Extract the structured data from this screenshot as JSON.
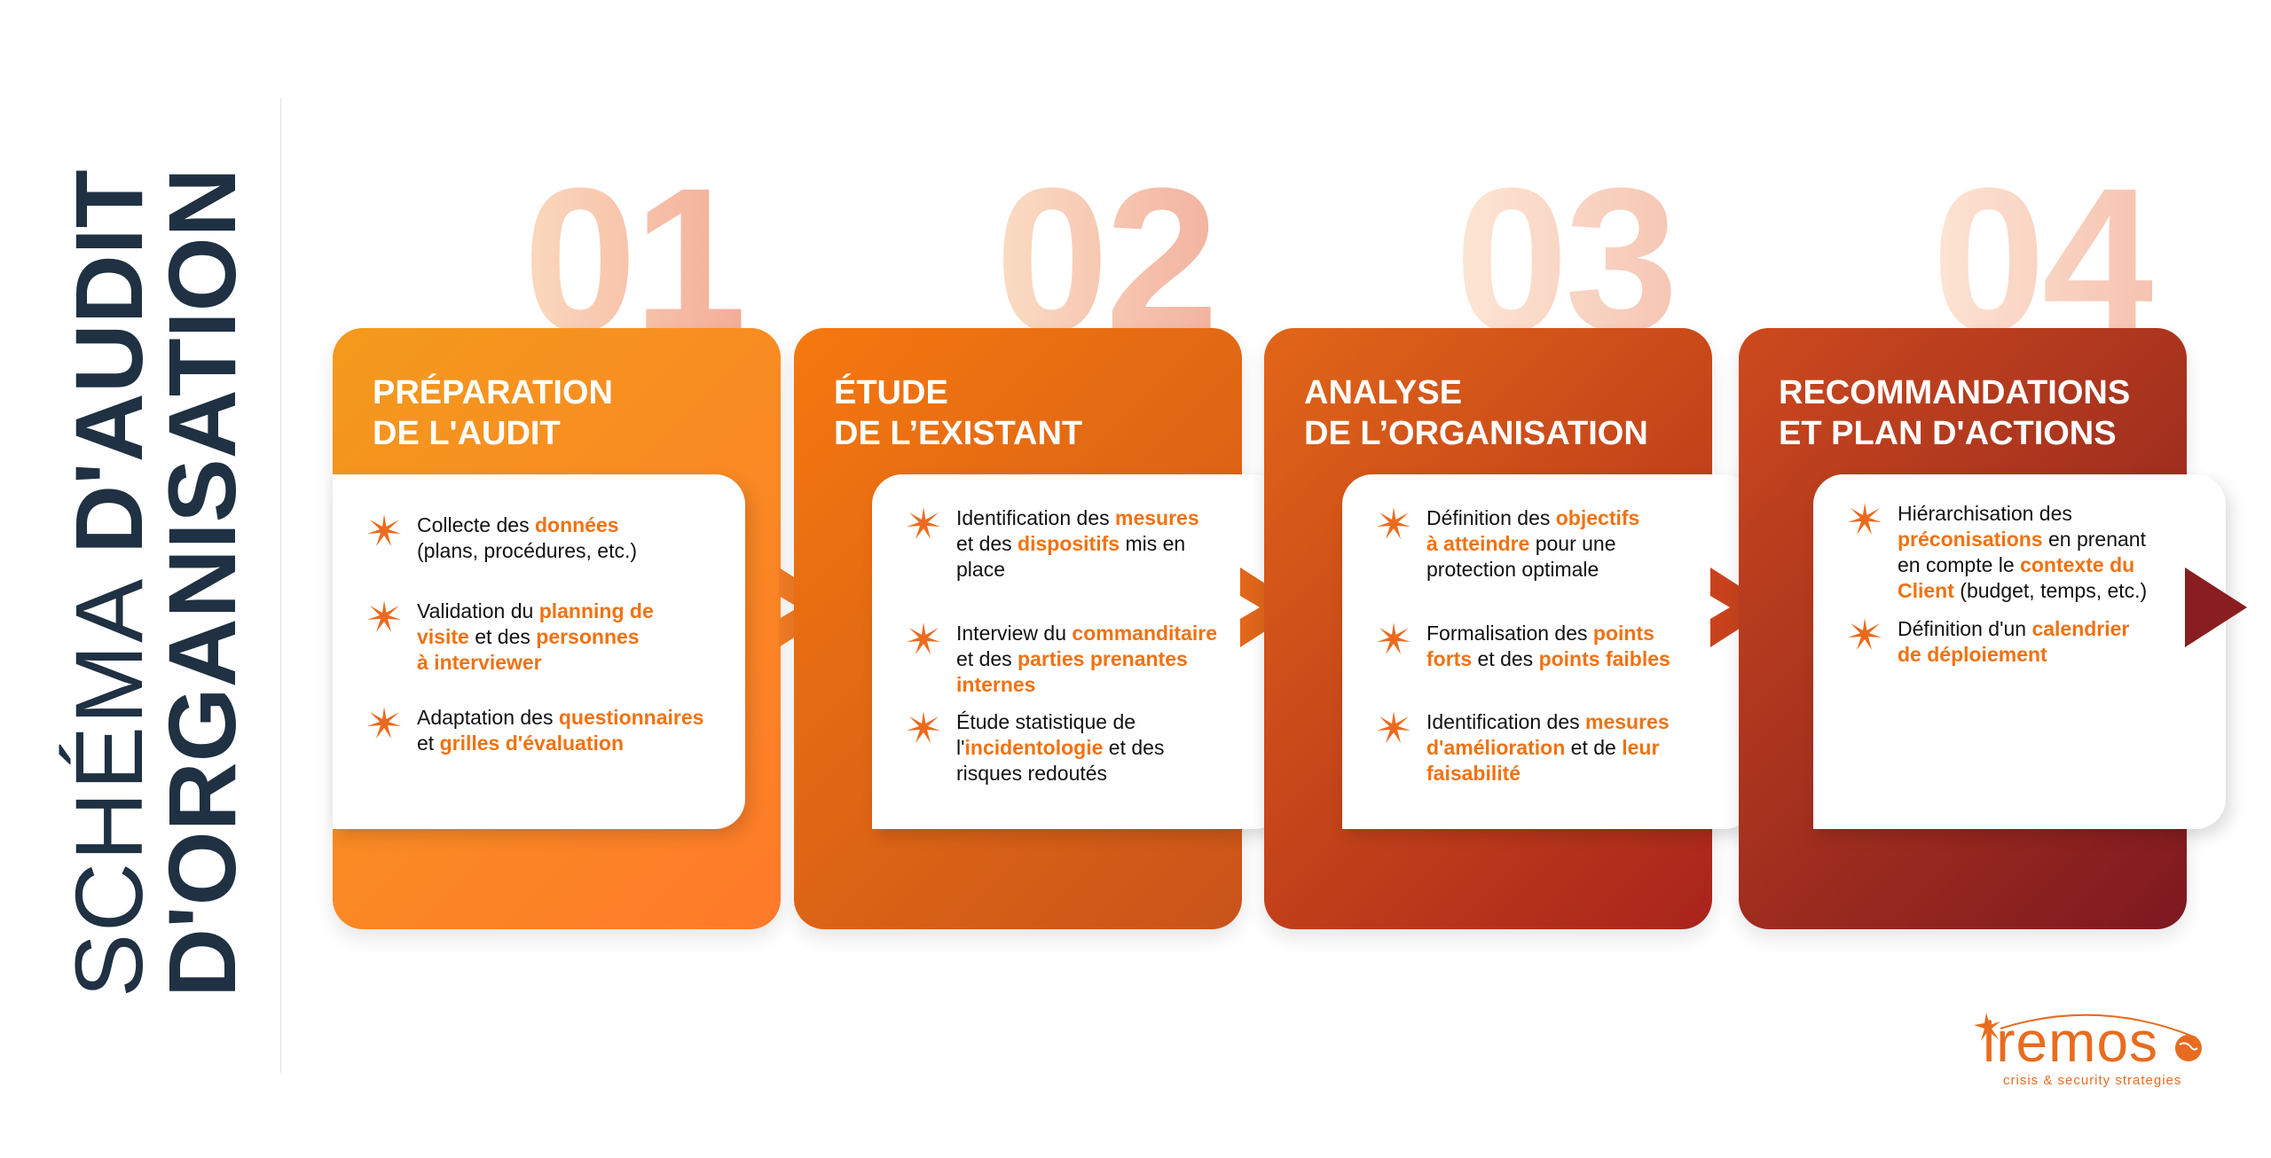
{
  "title": {
    "line1_thin": "SCHÉMA ",
    "line1_bold": "D'AUDIT",
    "line2": "D'ORGANISATION"
  },
  "steps": [
    {
      "number": "01",
      "title": [
        "PRÉPARATION",
        "DE L'AUDIT"
      ],
      "items": [
        [
          [
            [
              "",
              "Collecte des "
            ],
            [
              "hl",
              "données"
            ]
          ],
          [
            [
              "",
              "(plans, procédures, etc.)"
            ]
          ]
        ],
        [
          [
            [
              "",
              "Validation du "
            ],
            [
              "hl",
              "planning de"
            ]
          ],
          [
            [
              "hl",
              "visite"
            ],
            [
              "",
              " et des "
            ],
            [
              "hl",
              "personnes"
            ]
          ],
          [
            [
              "hl",
              "à interviewer"
            ]
          ]
        ],
        [
          [
            [
              "",
              "Adaptation des "
            ],
            [
              "hl",
              "questionnaires"
            ]
          ],
          [
            [
              "",
              " et "
            ],
            [
              "hl",
              "grilles d'évaluation"
            ]
          ]
        ]
      ]
    },
    {
      "number": "02",
      "title": [
        "ÉTUDE",
        "DE L’EXISTANT"
      ],
      "items": [
        [
          [
            [
              "",
              "Identification des "
            ],
            [
              "hl",
              "mesures"
            ]
          ],
          [
            [
              "",
              "et des "
            ],
            [
              "hl",
              "dispositifs"
            ],
            [
              "",
              " mis en"
            ]
          ],
          [
            [
              "",
              "place"
            ]
          ]
        ],
        [
          [
            [
              "",
              "Interview du "
            ],
            [
              "hl",
              "commanditaire"
            ]
          ],
          [
            [
              "",
              "et des "
            ],
            [
              "hl",
              "parties prenantes"
            ]
          ],
          [
            [
              "hl",
              "internes"
            ]
          ]
        ],
        [
          [
            [
              "",
              "Étude statistique de"
            ]
          ],
          [
            [
              "",
              "l'"
            ],
            [
              "hl",
              "incidentologie"
            ],
            [
              "",
              " et des"
            ]
          ],
          [
            [
              "",
              "risques redoutés"
            ]
          ]
        ]
      ]
    },
    {
      "number": "03",
      "title": [
        "ANALYSE",
        "DE L’ORGANISATION"
      ],
      "items": [
        [
          [
            [
              "",
              "Définition des "
            ],
            [
              "hl",
              "objectifs"
            ]
          ],
          [
            [
              "hl",
              "à atteindre"
            ],
            [
              "",
              " pour une"
            ]
          ],
          [
            [
              "",
              "protection optimale"
            ]
          ]
        ],
        [
          [
            [
              "",
              "Formalisation des "
            ],
            [
              "hl",
              "points"
            ]
          ],
          [
            [
              "hl",
              "forts"
            ],
            [
              "",
              " et des "
            ],
            [
              "hl",
              "points faibles"
            ]
          ]
        ],
        [
          [
            [
              "",
              "Identification des "
            ],
            [
              "hl",
              "mesures"
            ]
          ],
          [
            [
              "hl",
              "d'amélioration"
            ],
            [
              "",
              " et de "
            ],
            [
              "hl",
              "leur"
            ]
          ],
          [
            [
              "hl",
              "faisabilité"
            ]
          ]
        ]
      ]
    },
    {
      "number": "04",
      "title": [
        "RECOMMANDATIONS",
        "ET PLAN D'ACTIONS"
      ],
      "items": [
        [
          [
            [
              "",
              "Hiérarchisation des"
            ]
          ],
          [
            [
              "hl",
              "préconisations"
            ],
            [
              "",
              " en prenant"
            ]
          ],
          [
            [
              "",
              "en compte le "
            ],
            [
              "hl",
              "contexte du"
            ]
          ],
          [
            [
              "hl",
              "Client"
            ],
            [
              "",
              " (budget, temps, etc.)"
            ]
          ]
        ],
        [
          [
            [
              "",
              "Définition d'un "
            ],
            [
              "hl",
              "calendrier"
            ]
          ],
          [
            [
              "hl",
              "de déploiement"
            ]
          ]
        ]
      ]
    }
  ],
  "logo": {
    "word": "iremos",
    "tagline": "crisis & security strategies"
  },
  "colors": {
    "title": "#1f3142",
    "highlight": "#f07212",
    "card1": [
      "#f39a1c",
      "#ff7a2a"
    ],
    "card2": [
      "#f5780f",
      "#c9541a"
    ],
    "card3": [
      "#e26618",
      "#a8241c"
    ],
    "card4": [
      "#cd4a1d",
      "#7d1820"
    ]
  }
}
